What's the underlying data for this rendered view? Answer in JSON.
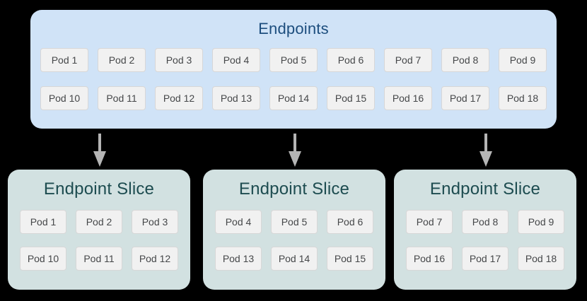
{
  "colors": {
    "page-bg": "#000000",
    "endpoints-fill": "#d0e3f7",
    "endpoints-title": "#1d4e7e",
    "slice-fill": "#d2e1e1",
    "slice-title": "#1d4c50",
    "pod-fill": "#f1f1f1",
    "pod-border": "#d7d7d7",
    "pod-text": "#454749",
    "arrow": "#b5b5b5"
  },
  "endpoints": {
    "title": "Endpoints",
    "pods": [
      "Pod 1",
      "Pod 2",
      "Pod 3",
      "Pod 4",
      "Pod 5",
      "Pod 6",
      "Pod 7",
      "Pod 8",
      "Pod 9",
      "Pod 10",
      "Pod 11",
      "Pod 12",
      "Pod 13",
      "Pod 14",
      "Pod 15",
      "Pod 16",
      "Pod 17",
      "Pod 18"
    ]
  },
  "slices": [
    {
      "title": "Endpoint Slice",
      "pods": [
        "Pod 1",
        "Pod 2",
        "Pod 3",
        "Pod 10",
        "Pod 11",
        "Pod 12"
      ]
    },
    {
      "title": "Endpoint Slice",
      "pods": [
        "Pod 4",
        "Pod 5",
        "Pod 6",
        "Pod 13",
        "Pod 14",
        "Pod 15"
      ]
    },
    {
      "title": "Endpoint Slice",
      "pods": [
        "Pod 7",
        "Pod 8",
        "Pod 9",
        "Pod 16",
        "Pod 17",
        "Pod 18"
      ]
    }
  ]
}
